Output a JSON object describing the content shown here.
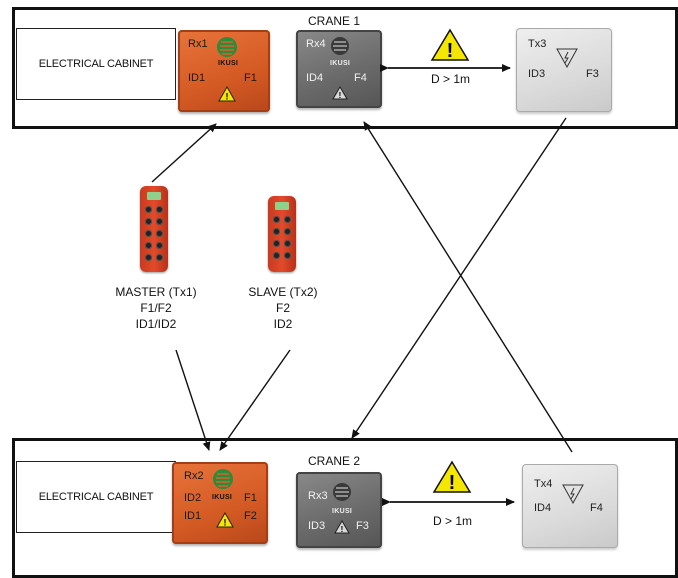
{
  "top": {
    "cabinet_label": "ELECTRICAL CABINET",
    "crane_label": "CRANE 1",
    "distance_label": "D > 1m",
    "receiver_orange": {
      "name": "Rx1",
      "id": "ID1",
      "freq": "F1",
      "brand": "IKUSI"
    },
    "receiver_grey": {
      "name": "Rx4",
      "id": "ID4",
      "freq": "F4",
      "brand": "IKUSI"
    },
    "transmitter": {
      "name": "Tx3",
      "id": "ID3",
      "freq": "F3"
    }
  },
  "bottom": {
    "cabinet_label": "ELECTRICAL CABINET",
    "crane_label": "CRANE 2",
    "distance_label": "D > 1m",
    "receiver_orange": {
      "name": "Rx2",
      "id_a": "ID2",
      "id_b": "ID1",
      "freq_a": "F1",
      "freq_b": "F2",
      "brand": "IKUSI"
    },
    "receiver_grey": {
      "name": "Rx3",
      "id": "ID3",
      "freq": "F3",
      "brand": "IKUSI"
    },
    "transmitter": {
      "name": "Tx4",
      "id": "ID4",
      "freq": "F4"
    }
  },
  "controllers": {
    "master": {
      "line1": "MASTER (Tx1)",
      "line2": "F1/F2",
      "line3": "ID1/ID2"
    },
    "slave": {
      "line1": "SLAVE (Tx2)",
      "line2": "F2",
      "line3": "ID2"
    }
  },
  "colors": {
    "warning": "#f5e600",
    "orange": "#d9622b",
    "grey": "#6b6b6b"
  },
  "icons": [
    "warning-triangle-icon",
    "lightning-icon",
    "antenna-logo-icon",
    "double-arrow-icon"
  ]
}
